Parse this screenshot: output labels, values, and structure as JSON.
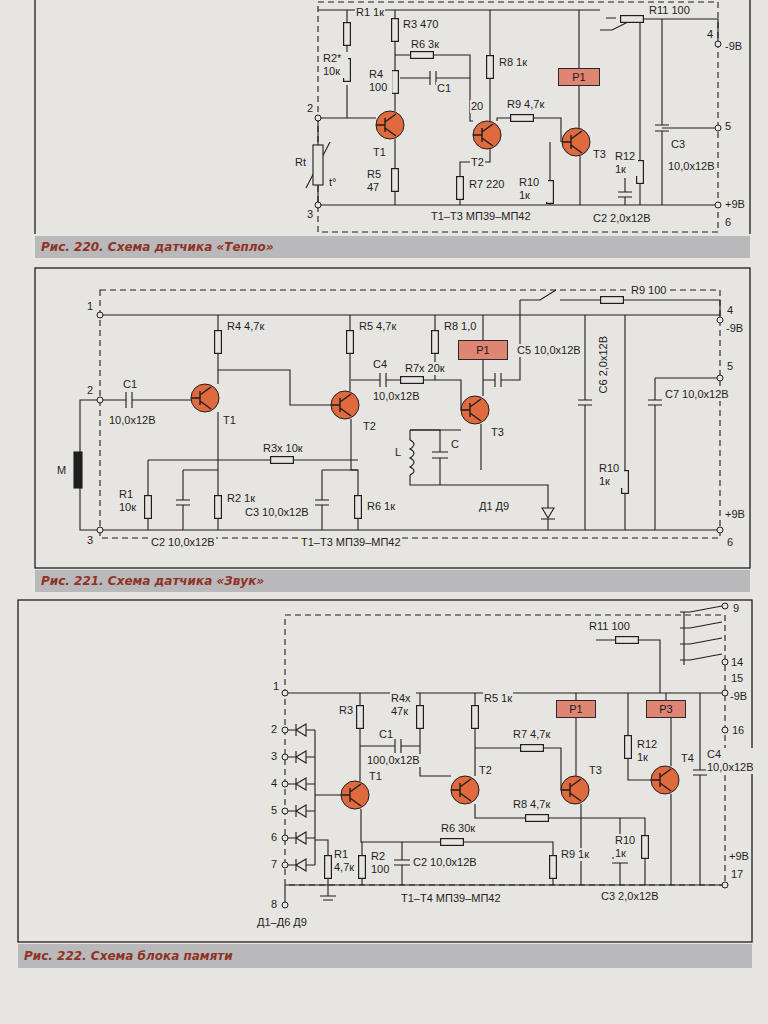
{
  "diagram": {
    "nodes": [
      {
        "text": [
          "Р1"
        ]
      },
      {
        "text": [
          "Рис. 220. Схема датчика «Тепло»"
        ]
      },
      {
        "text": [
          "Р1"
        ]
      },
      {
        "text": [
          "Рис. 221. Схема датчика «Звук»"
        ]
      },
      {
        "text": [
          "Р1"
        ]
      },
      {
        "text": [
          "Р3"
        ]
      },
      {
        "text": [
          "Рис. 222. Схема блока памяти"
        ]
      }
    ],
    "labels": [
      "R1 1к",
      "R2* 10к",
      "R3 470",
      "R6 3к",
      "R4 100",
      "C1",
      "R8 1к",
      "20",
      "R9 4,7к",
      "R11 100",
      "4",
      "-9В",
      "5",
      "T1",
      "T2",
      "T3",
      "R5 47",
      "R7 220",
      "R10 1к",
      "R12 1к",
      "C3",
      "10,0х12В",
      "C2 2,0х12В",
      "Rt",
      "t°",
      "2",
      "3",
      "T1–T3 МП39–МП42",
      "+9В",
      "6",
      "1",
      "R4 4,7к",
      "R5 4,7к",
      "R8 1,0",
      "C5 10,0х12В",
      "R9 100",
      "4",
      "-9В",
      "5",
      "C6 2,0х12В",
      "C7 10,0х12В",
      "2",
      "C1",
      "10,0х12В",
      "T1",
      "T2",
      "C4",
      "R7x 20к",
      "10,0х12В",
      "T3",
      "L",
      "C",
      "М",
      "R3x 10к",
      "R1 10к",
      "C2 10,0х12В",
      "R2 1к",
      "C3 10,0х12В",
      "R6 1к",
      "Д1 Д9",
      "R10 1к",
      "3",
      "T1–T3 МП39–МП42",
      "+9В",
      "6",
      "R11 100",
      "9",
      "14",
      "15",
      "-9В",
      "16",
      "1",
      "R3",
      "R4x 47к",
      "R5 1к",
      "R7 4,7к",
      "C1",
      "100,0х12В",
      "T1",
      "T2",
      "T3",
      "T4",
      "R12 1к",
      "C4 10,0х12В",
      "R8 4,7к",
      "R6 30к",
      "R9 1к",
      "R10 1к",
      "C3 2,0х12В",
      "+9В",
      "17",
      "2",
      "3",
      "4",
      "5",
      "6",
      "7",
      "R1 4,7к",
      "R2 100",
      "C2 10,0х12В",
      "T1–T4 МП39–МП42",
      "8",
      "Д1–Д6 Д9"
    ]
  }
}
